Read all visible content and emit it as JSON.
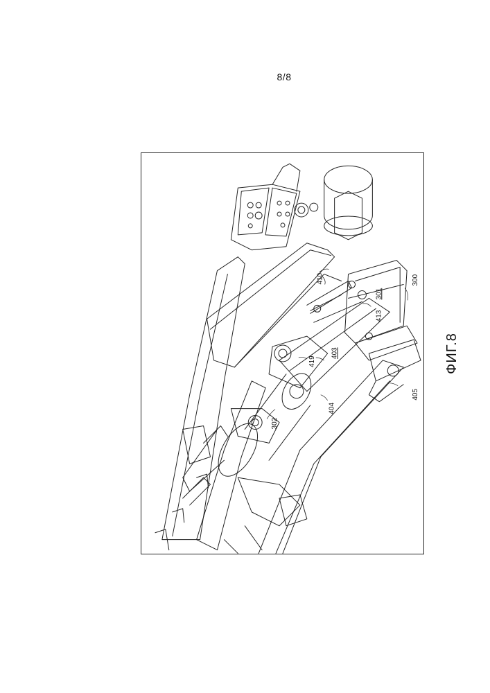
{
  "page": {
    "page_number": "8/8",
    "figure_caption": "ФИГ.8"
  },
  "figure": {
    "reference_labels": {
      "r300": "300",
      "r301": "301",
      "r302": "302",
      "r403": "403",
      "r404": "404",
      "r405": "405",
      "r410": "410",
      "r413": "413",
      "r419": "419"
    }
  }
}
